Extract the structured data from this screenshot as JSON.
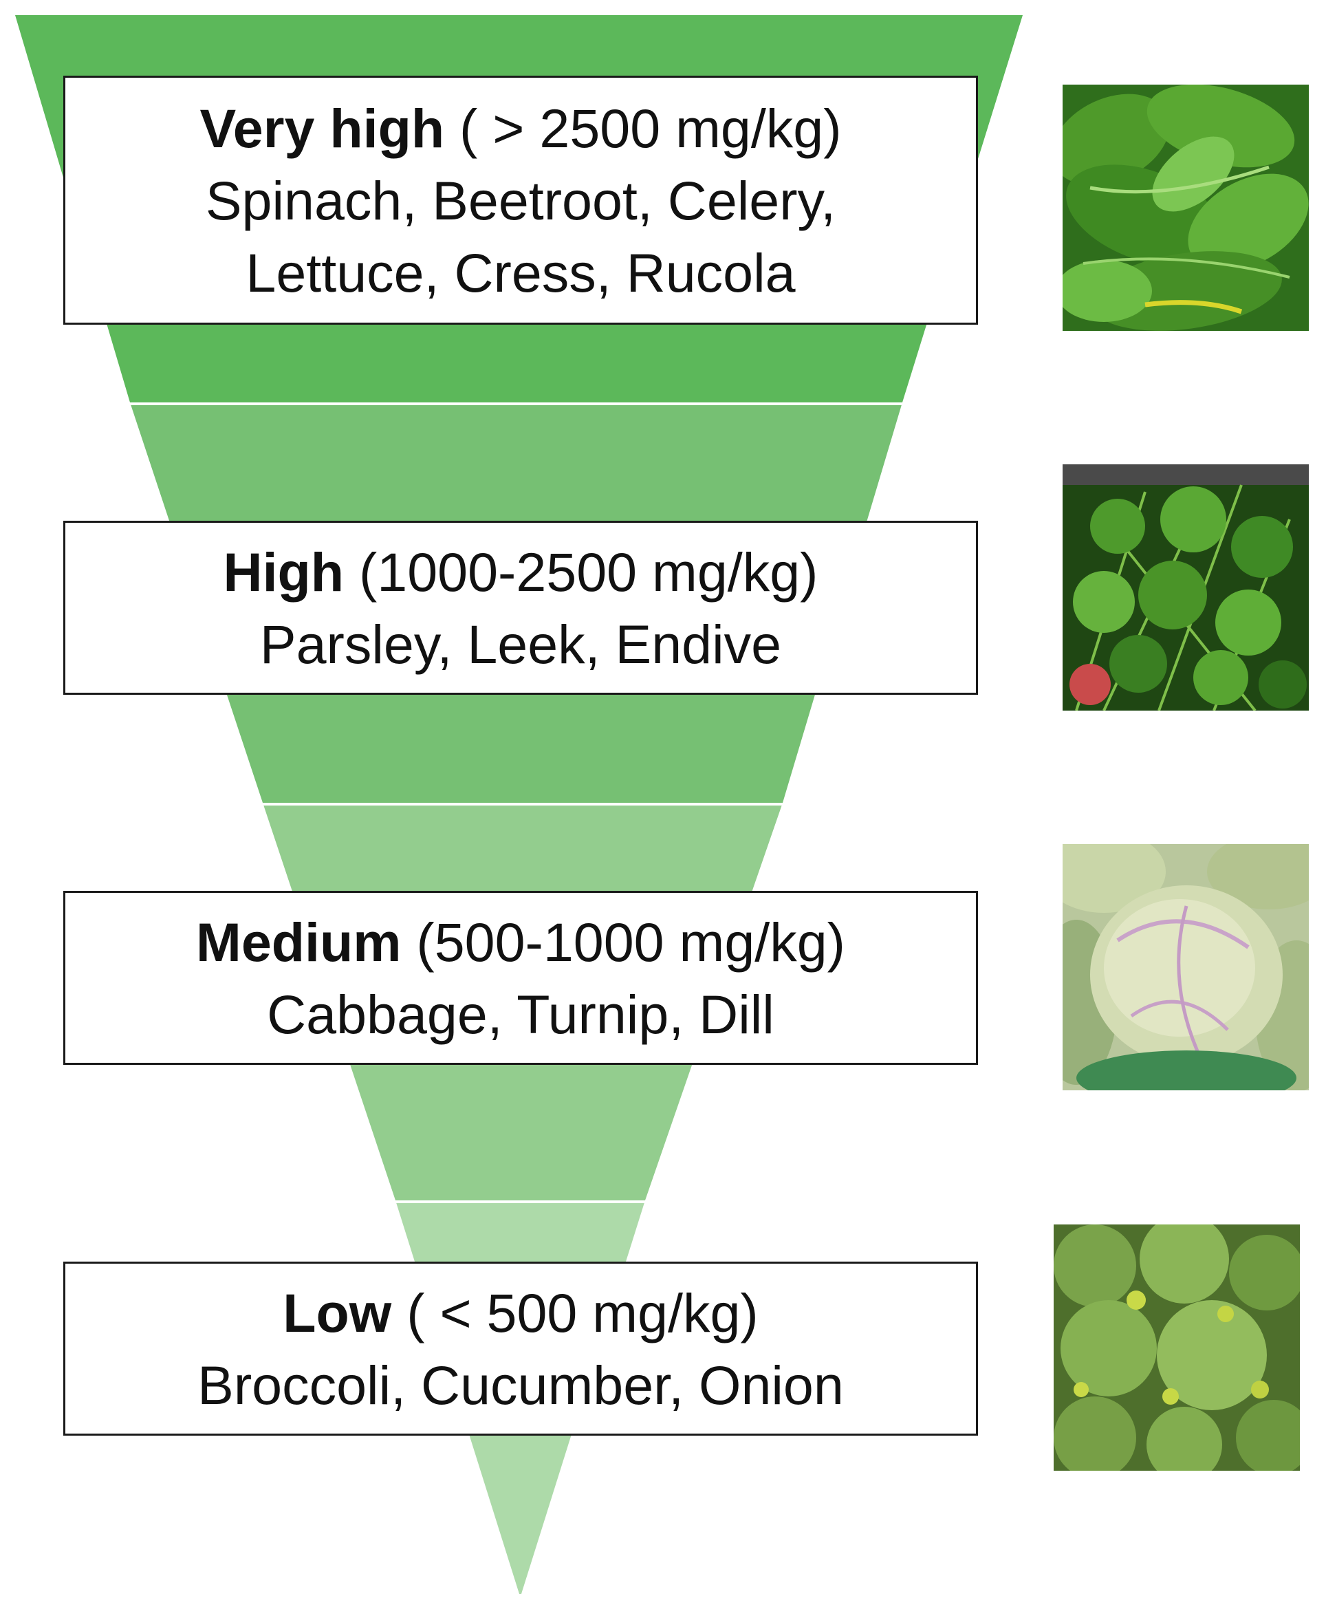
{
  "levels": [
    {
      "name": "Very high",
      "range": "( > 2500 mg/kg)",
      "examples": [
        "Spinach, Beetroot, Celery,",
        "Lettuce, Cress, Rucola"
      ],
      "color": "#5cb85a",
      "image": "spinach-photo"
    },
    {
      "name": "High",
      "range": "(1000-2500 mg/kg)",
      "examples": [
        "Parsley, Leek, Endive"
      ],
      "color": "#76c073",
      "image": "parsley-photo"
    },
    {
      "name": "Medium",
      "range": "(500-1000 mg/kg)",
      "examples": [
        "Cabbage, Turnip, Dill"
      ],
      "color": "#93cd8e",
      "image": "cabbage-photo"
    },
    {
      "name": "Low",
      "range": "( < 500 mg/kg)",
      "examples": [
        "Broccoli, Cucumber, Onion"
      ],
      "color": "#addaa9",
      "image": "broccoli-photo"
    }
  ]
}
